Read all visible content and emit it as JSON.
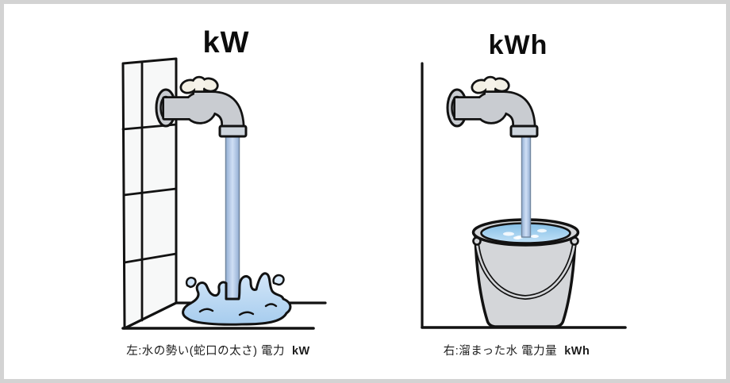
{
  "figure": {
    "left": {
      "title": "kW",
      "caption_prefix": "左:水の勢い(蛇口の太さ) 電力",
      "caption_unit": "kW",
      "depicts": "faucet-pouring-water-onto-floor-with-splash"
    },
    "right": {
      "title": "kWh",
      "caption_prefix": "右:溜まった水 電力量",
      "caption_unit": "kWh",
      "depicts": "faucet-filling-bucket-with-water"
    }
  },
  "colors": {
    "frame_border": "#d3d3d3",
    "background": "#ffffff",
    "outline": "#121212",
    "faucet_metal": "#c9ccd1",
    "flange_metal": "#ced5dd",
    "handle_cream": "#f3f0e5",
    "water_stream_light": "#cfdff5",
    "water_stream_edge": "#93aed3",
    "splash_blue": "#a6ccee",
    "bucket_gray": "#d4d6d9",
    "bucket_water_blue": "#85bfe6",
    "tile_white": "#f7f8f8"
  }
}
